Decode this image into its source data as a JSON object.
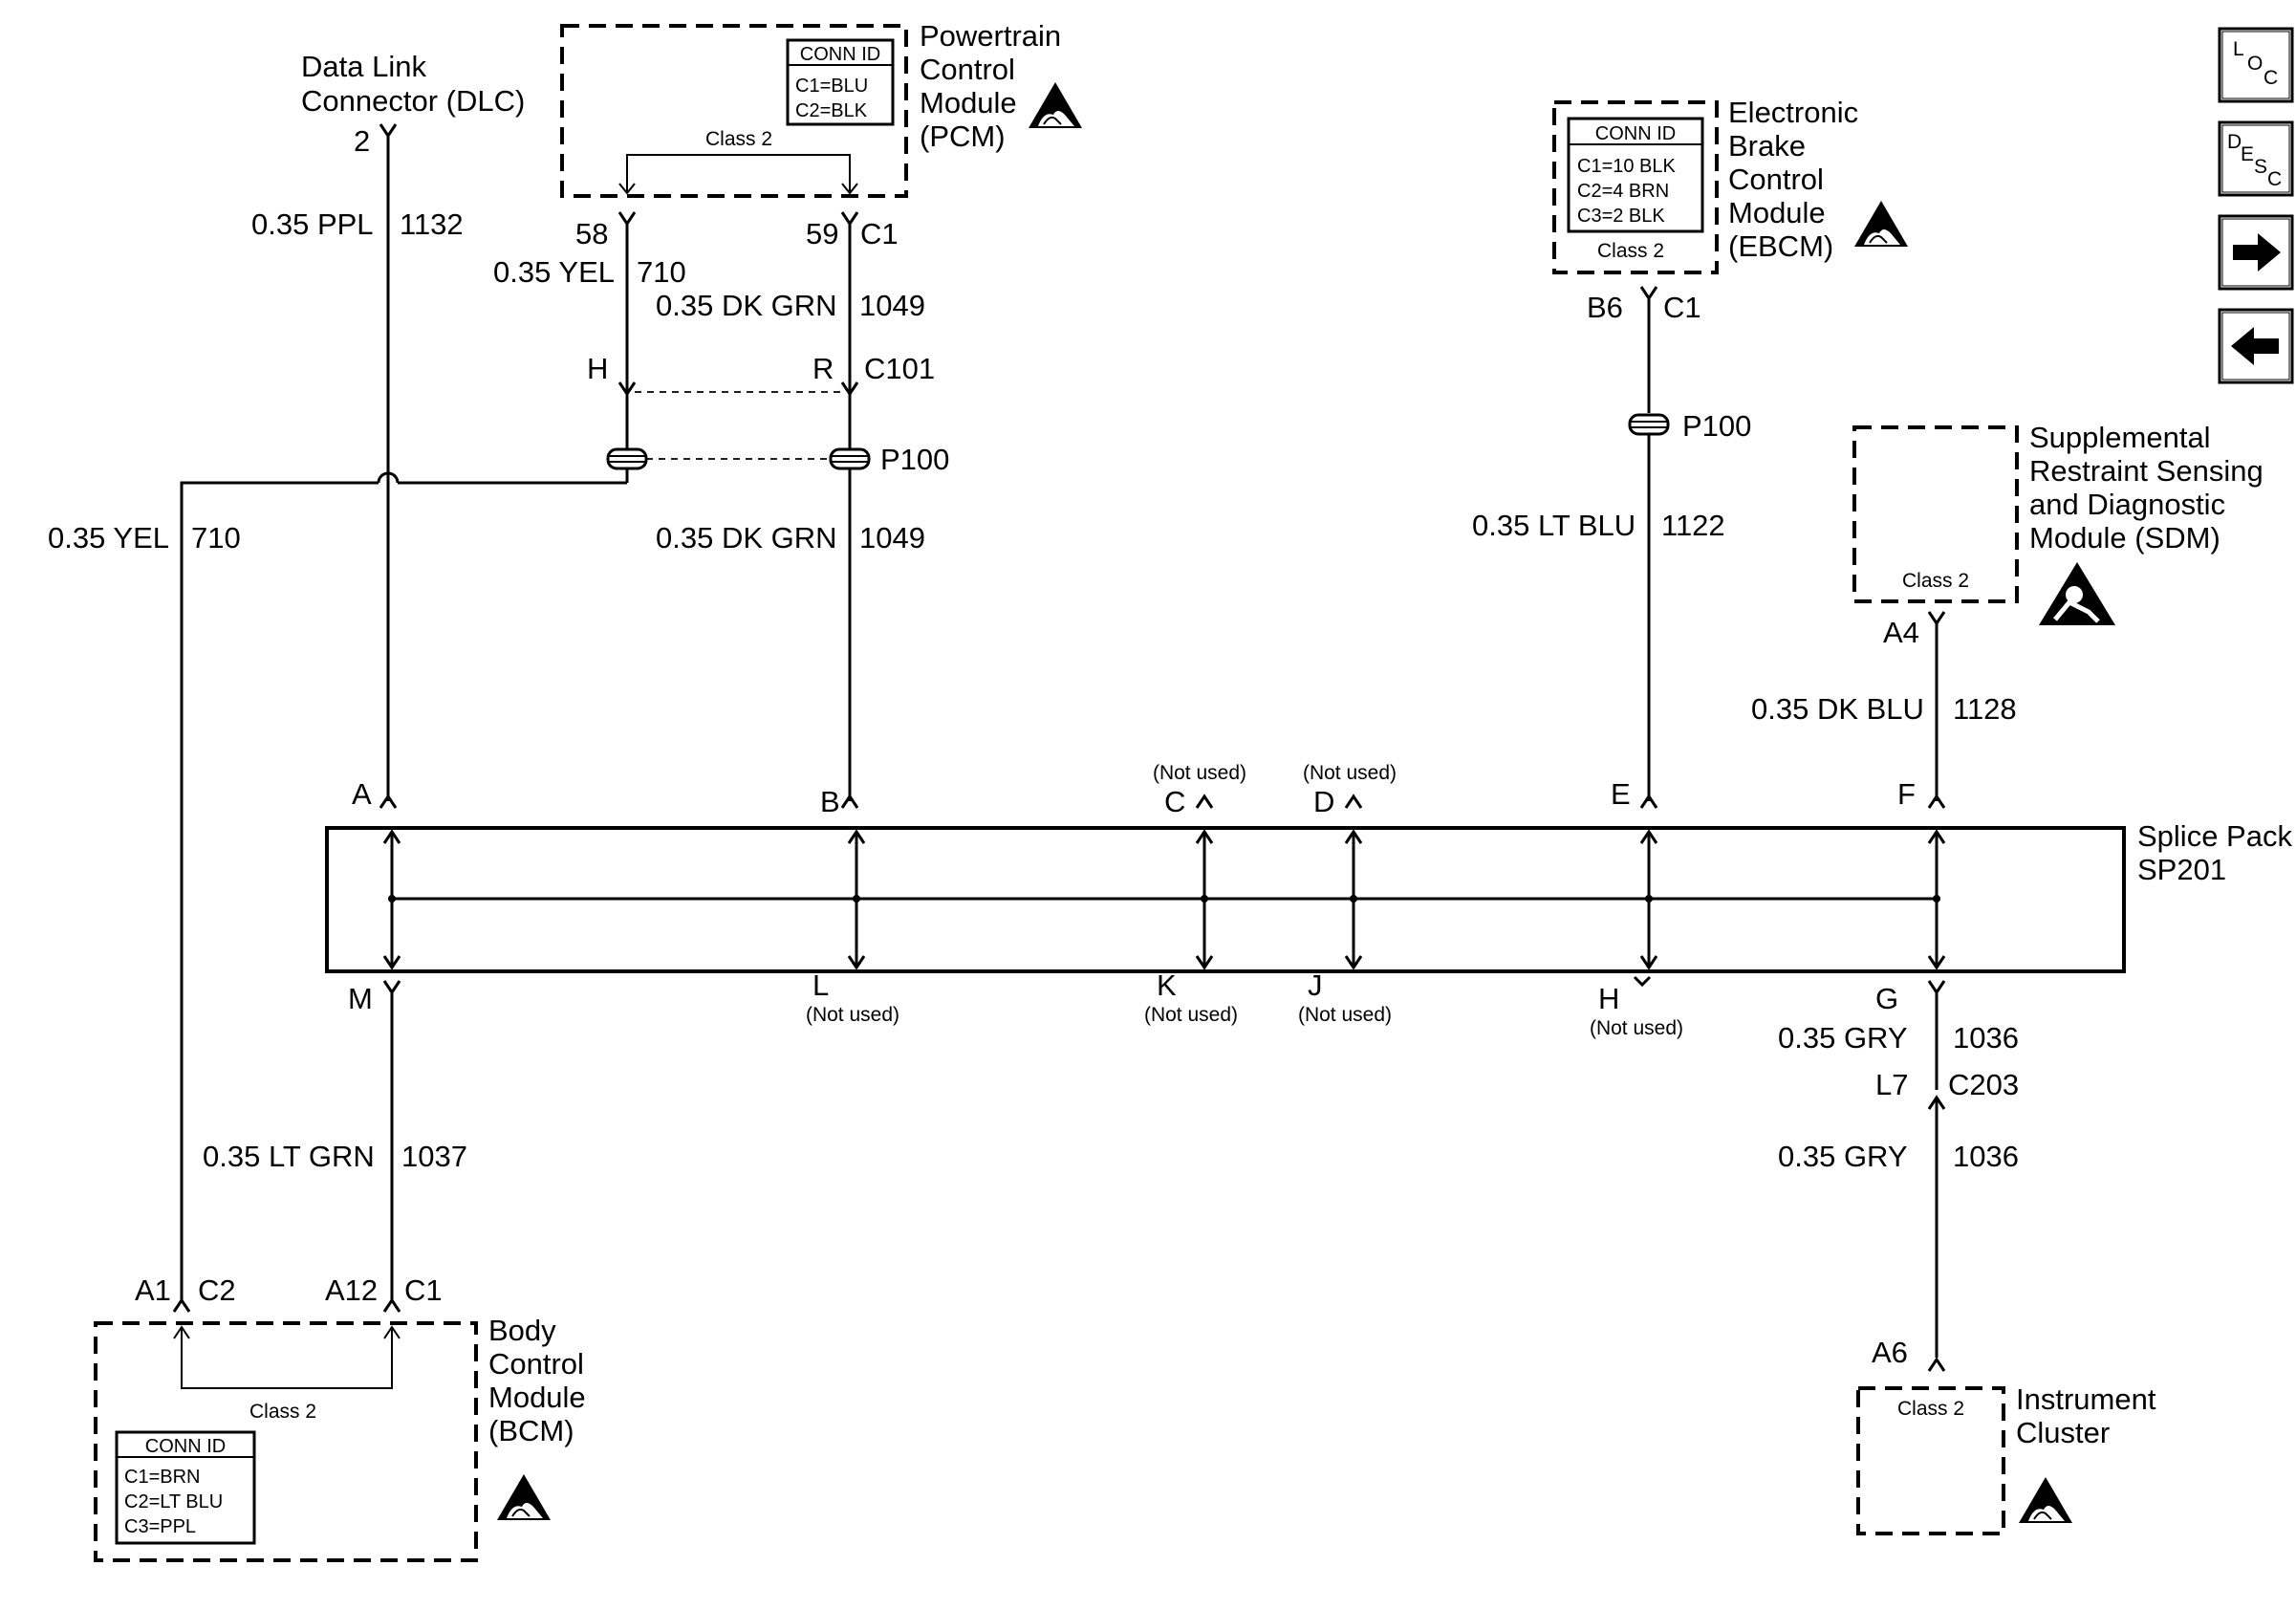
{
  "dlc": {
    "title_line1": "Data Link",
    "title_line2": "Connector (DLC)",
    "pin": "2"
  },
  "pcm": {
    "title_lines": [
      "Powertrain",
      "Control",
      "Module",
      "(PCM)"
    ],
    "conn_id": {
      "header": "CONN ID",
      "rows": [
        "C1=BLU",
        "C2=BLK"
      ]
    },
    "class_label": "Class 2",
    "pin_left": "58",
    "pin_right": "59",
    "connector": "C1"
  },
  "ebcm": {
    "title_lines": [
      "Electronic",
      "Brake",
      "Control",
      "Module",
      "(EBCM)"
    ],
    "conn_id": {
      "header": "CONN ID",
      "rows": [
        "C1=10 BLK",
        "C2=4 BRN",
        "C3=2 BLK"
      ]
    },
    "class_label": "Class 2",
    "pin": "B6",
    "connector": "C1"
  },
  "sdm": {
    "title_lines": [
      "Supplemental",
      "Restraint Sensing",
      "and Diagnostic",
      "Module (SDM)"
    ],
    "class_label": "Class 2",
    "pin": "A4"
  },
  "bcm": {
    "title_lines": [
      "Body",
      "Control",
      "Module",
      "(BCM)"
    ],
    "conn_id": {
      "header": "CONN ID",
      "rows": [
        "C1=BRN",
        "C2=LT BLU",
        "C3=PPL"
      ]
    },
    "class_label": "Class 2",
    "pin_left": "A1",
    "conn_left": "C2",
    "pin_right": "A12",
    "conn_right": "C1"
  },
  "ipc": {
    "title_lines": [
      "Instrument",
      "Cluster"
    ],
    "class_label": "Class 2",
    "pin": "A6"
  },
  "splice": {
    "title_line1": "Splice Pack",
    "title_line2": "SP201",
    "top_pins": [
      "A",
      "B",
      "C",
      "D",
      "E",
      "F"
    ],
    "bottom_pins": [
      "M",
      "L",
      "K",
      "J",
      "H",
      "G"
    ],
    "not_used": "(Not used)"
  },
  "wires": {
    "dlc_size": "0.35 PPL",
    "dlc_circuit": "1132",
    "pcm_yel_size": "0.35 YEL",
    "pcm_yel_circuit": "710",
    "pcm_grn_size": "0.35 DK GRN",
    "pcm_grn_circuit": "1049",
    "bcm_yel_size": "0.35 YEL",
    "bcm_yel_circuit": "710",
    "pcm_grn2_size": "0.35 DK GRN",
    "pcm_grn2_circuit": "1049",
    "ebcm_size": "0.35 LT BLU",
    "ebcm_circuit": "1122",
    "sdm_size": "0.35 DK BLU",
    "sdm_circuit": "1128",
    "bcm_grn_size": "0.35 LT GRN",
    "bcm_grn_circuit": "1037",
    "ipc_size1": "0.35 GRY",
    "ipc_circuit1": "1036",
    "ipc_size2": "0.35 GRY",
    "ipc_circuit2": "1036"
  },
  "connectors": {
    "c101_left": "H",
    "c101_right": "R",
    "c101": "C101",
    "p100": "P100",
    "c203_pin": "L7",
    "c203": "C203"
  },
  "nav": {
    "loc": {
      "l": "L",
      "o": "O",
      "c": "C"
    },
    "desc": {
      "d": "D",
      "e": "E",
      "s": "S",
      "c": "C"
    },
    "next_icon": "arrow-right",
    "prev_icon": "arrow-left"
  }
}
